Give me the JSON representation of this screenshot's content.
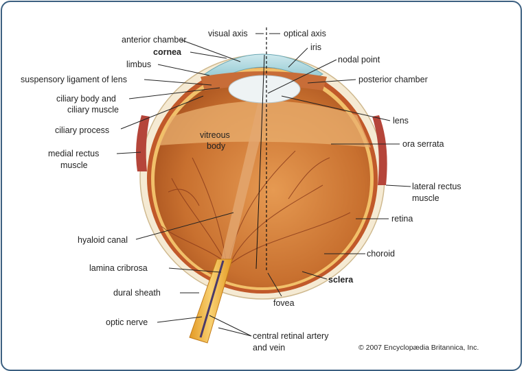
{
  "labels": {
    "anterior_chamber": "anterior chamber",
    "visual_axis": "visual axis",
    "optical_axis": "optical axis",
    "cornea": "cornea",
    "iris": "iris",
    "limbus": "limbus",
    "nodal_point": "nodal point",
    "suspensory_ligament": "suspensory ligament of lens",
    "posterior_chamber": "posterior chamber",
    "ciliary_body_1": "ciliary body and",
    "ciliary_body_2": "ciliary muscle",
    "lens": "lens",
    "ciliary_process": "ciliary process",
    "vitreous_1": "vitreous",
    "vitreous_2": "body",
    "ora_serrata": "ora serrata",
    "medial_rectus_1": "medial rectus",
    "medial_rectus_2": "muscle",
    "lateral_rectus_1": "lateral rectus",
    "lateral_rectus_2": "muscle",
    "retina": "retina",
    "hyaloid_canal": "hyaloid canal",
    "choroid": "choroid",
    "lamina_cribrosa": "lamina cribrosa",
    "sclera": "sclera",
    "dural_sheath": "dural sheath",
    "fovea": "fovea",
    "optic_nerve": "optic nerve",
    "central_retinal_1": "central retinal artery",
    "central_retinal_2": "and vein"
  },
  "copyright": "© 2007 Encyclopædia Britannica, Inc.",
  "colors": {
    "border": "#3b5f80",
    "sclera": "#f4e8cf",
    "choroid": "#c65d2c",
    "vitreous": "#c56a2c",
    "vitreous_light": "#e8a45c",
    "cornea": "#9fd0d8",
    "lens": "#e9eef0",
    "muscle": "#b5453a",
    "optic_nerve": "#f0b23a"
  }
}
